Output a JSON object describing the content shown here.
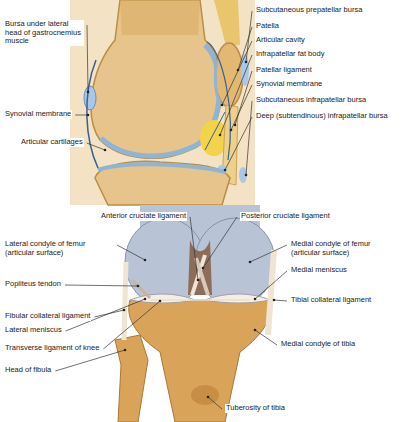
{
  "diagram": {
    "labels": [
      "Subcutaneous prepatellar bursa",
      "Patella",
      "Articular cavity",
      "Infrapatellar fat body",
      "Patellar ligament",
      "Synovial membrane",
      "Subcutaneous infrapatellar bursa",
      "Deep (subtendinous) infrapatellar bursa",
      "Bursa under lateral head of gastrocnemius muscle",
      "Synovial membrane",
      "Articular cartilages",
      "Anterior cruciate ligament",
      "Posterior cruciate ligament",
      "Lateral condyle of femur (articular surface)",
      "Medial condyle of femur (articular surface)",
      "Medial meniscus",
      "Popliteus tendon",
      "Tibial collateral ligament",
      "Fibular collateral ligament",
      "Lateral meniscus",
      "Medial condyle of tibia",
      "Transverse ligament of knee",
      "Head of fibula",
      "Tuberosity of tibia"
    ]
  }
}
